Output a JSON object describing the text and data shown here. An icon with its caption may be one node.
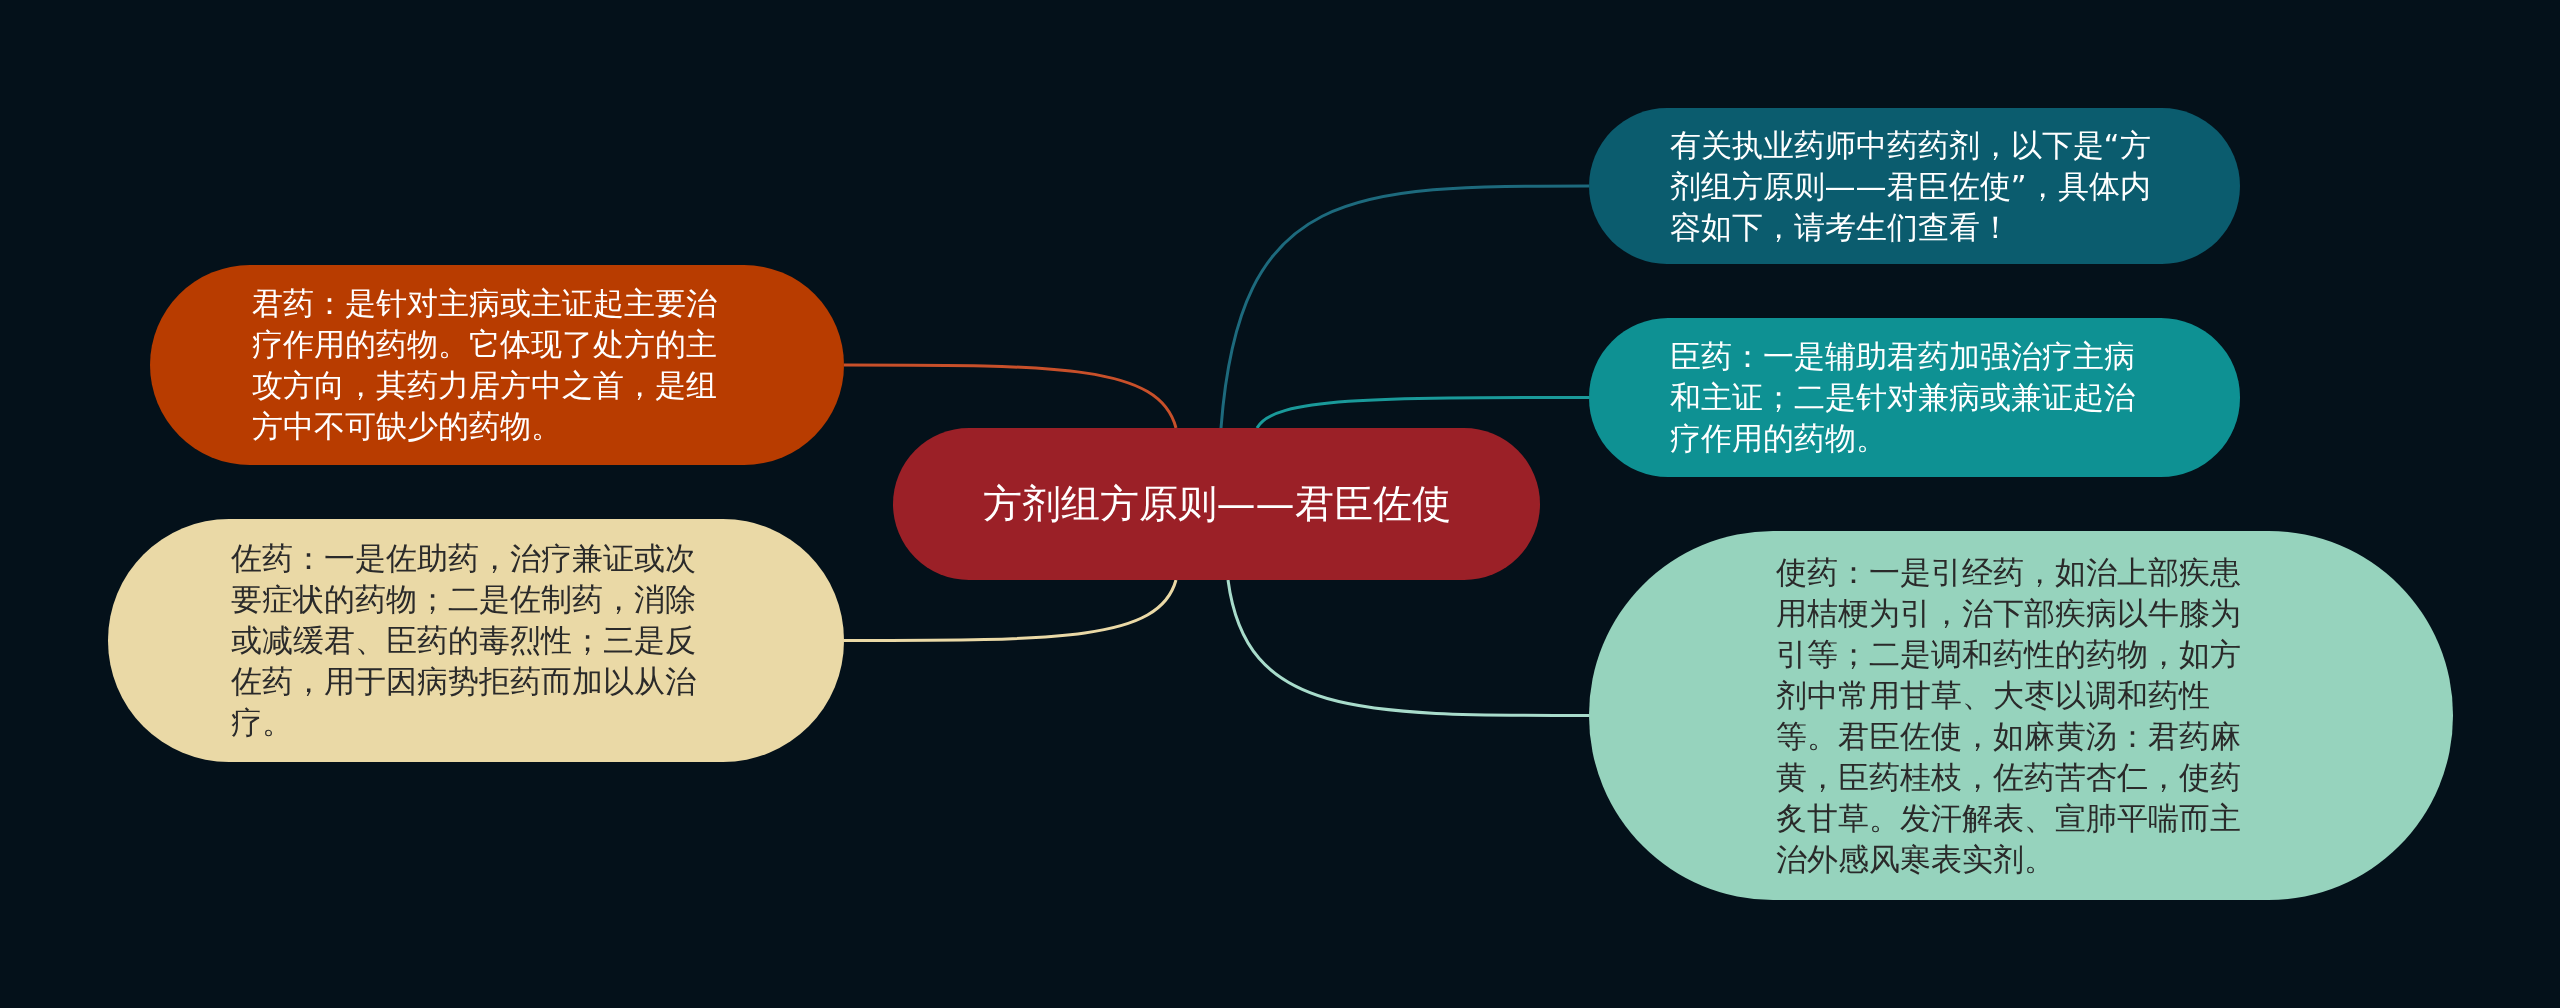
{
  "diagram": {
    "nodes": [
      {
        "text": [
          "方剂组方原则——君臣佐使"
        ]
      },
      {
        "text": [
          "君药：是针对主病或主证起主要治疗作用的药物。它体现了处方的主攻方向，其药力居方中之首，是组方中不可缺少的药物。"
        ]
      },
      {
        "text": [
          "佐药：一是佐助药，治疗兼证或次要症状的药物；二是佐制药，消除或减缓君、臣药的毒烈性；三是反佐药，用于因病势拒药而加以从治疗。"
        ]
      },
      {
        "text": [
          "有关执业药师中药药剂，以下是“方剂组方原则——君臣佐使”，具体内容如下，请考生们查看！"
        ]
      },
      {
        "text": [
          "臣药：一是辅助君药加强治疗主病和主证；二是针对兼病或兼证起治疗作用的药物。"
        ]
      },
      {
        "text": [
          "使药：一是引经药，如治上部疾患用桔梗为引，治下部疾病以牛膝为引等；二是调和药性的药物，如方剂中常用甘草、大枣以调和药性等。君臣佐使，如麻黄汤：君药麻黄，臣药桂枝，佐药苦杏仁，使药炙甘草。发汗解表、宣肺平喘而主治外感风寒表实剂。"
        ]
      }
    ],
    "edges": [
      {
        "from": 0,
        "to": 1,
        "arrow": "none",
        "color": "#c8502a"
      },
      {
        "from": 0,
        "to": 2,
        "arrow": "none",
        "color": "#ead9a6"
      },
      {
        "from": 0,
        "to": 3,
        "arrow": "none",
        "color": "#1d6a7d"
      },
      {
        "from": 0,
        "to": 4,
        "arrow": "none",
        "color": "#1a9a9a"
      },
      {
        "from": 0,
        "to": 5,
        "arrow": "none",
        "color": "#a8dccb"
      }
    ]
  }
}
